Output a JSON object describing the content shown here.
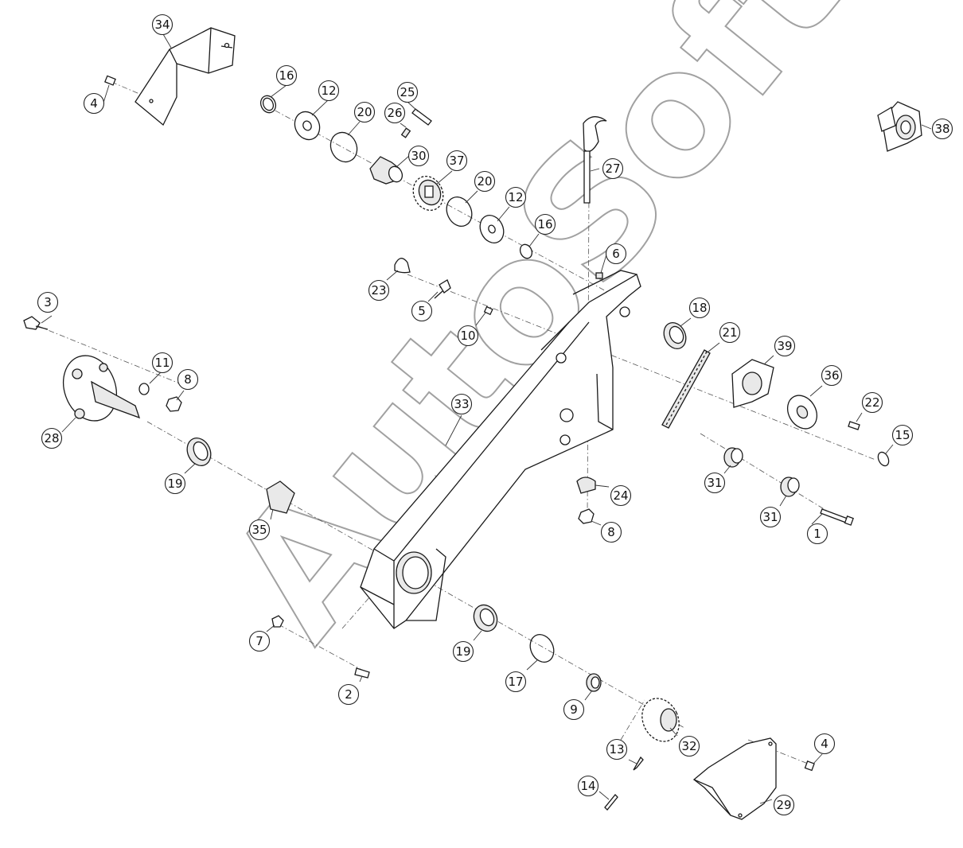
{
  "watermark": "AutoSoft",
  "callouts": [
    {
      "id": "c34",
      "label": "34"
    },
    {
      "id": "c4a",
      "label": "4"
    },
    {
      "id": "c16a",
      "label": "16"
    },
    {
      "id": "c12a",
      "label": "12"
    },
    {
      "id": "c20a",
      "label": "20"
    },
    {
      "id": "c26",
      "label": "26"
    },
    {
      "id": "c25",
      "label": "25"
    },
    {
      "id": "c30",
      "label": "30"
    },
    {
      "id": "c37",
      "label": "37"
    },
    {
      "id": "c20b",
      "label": "20"
    },
    {
      "id": "c12b",
      "label": "12"
    },
    {
      "id": "c16b",
      "label": "16"
    },
    {
      "id": "c27",
      "label": "27"
    },
    {
      "id": "c38",
      "label": "38"
    },
    {
      "id": "c6",
      "label": "6"
    },
    {
      "id": "c23",
      "label": "23"
    },
    {
      "id": "c5",
      "label": "5"
    },
    {
      "id": "c10",
      "label": "10"
    },
    {
      "id": "c3",
      "label": "3"
    },
    {
      "id": "c11",
      "label": "11"
    },
    {
      "id": "c8a",
      "label": "8"
    },
    {
      "id": "c28",
      "label": "28"
    },
    {
      "id": "c19a",
      "label": "19"
    },
    {
      "id": "c33",
      "label": "33"
    },
    {
      "id": "c18",
      "label": "18"
    },
    {
      "id": "c21",
      "label": "21"
    },
    {
      "id": "c39",
      "label": "39"
    },
    {
      "id": "c36",
      "label": "36"
    },
    {
      "id": "c22",
      "label": "22"
    },
    {
      "id": "c15",
      "label": "15"
    },
    {
      "id": "c31a",
      "label": "31"
    },
    {
      "id": "c31b",
      "label": "31"
    },
    {
      "id": "c1",
      "label": "1"
    },
    {
      "id": "c24",
      "label": "24"
    },
    {
      "id": "c8b",
      "label": "8"
    },
    {
      "id": "c35",
      "label": "35"
    },
    {
      "id": "c7",
      "label": "7"
    },
    {
      "id": "c2",
      "label": "2"
    },
    {
      "id": "c19b",
      "label": "19"
    },
    {
      "id": "c17",
      "label": "17"
    },
    {
      "id": "c9",
      "label": "9"
    },
    {
      "id": "c32",
      "label": "32"
    },
    {
      "id": "c13",
      "label": "13"
    },
    {
      "id": "c14",
      "label": "14"
    },
    {
      "id": "c4b",
      "label": "4"
    },
    {
      "id": "c29",
      "label": "29"
    }
  ]
}
